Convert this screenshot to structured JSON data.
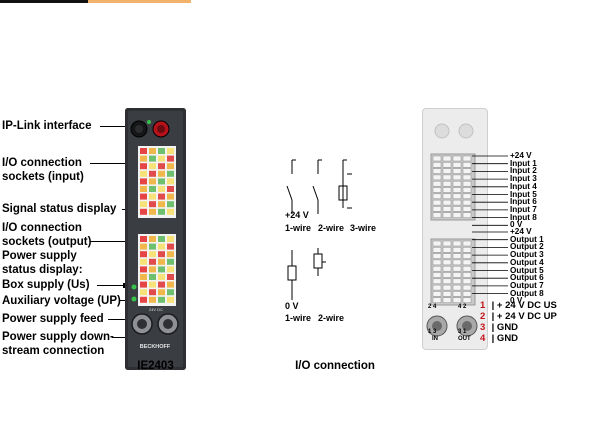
{
  "labels": {
    "ip_link": "IP-Link interface",
    "io_input_1": "I/O connection",
    "io_input_2": "sockets (input)",
    "signal_status": "Signal status display",
    "io_output_1": "I/O connection",
    "io_output_2": "sockets (output)",
    "ps_status_1": "Power supply",
    "ps_status_2": "status display:",
    "box_supply": "Box supply (Us)",
    "aux_voltage": "Auxiliary voltage (UP)",
    "ps_feed": "Power supply feed",
    "ps_down_1": "Power supply down-",
    "ps_down_2": "stream connection"
  },
  "module": {
    "caption": "IE2403",
    "top_text": "24V...",
    "bottom_text": "BECKHOFF"
  },
  "io_connection": {
    "caption": "I/O connection",
    "top_voltage": "+24 V",
    "top_wires": [
      "1-wire",
      "2-wire",
      "3-wire"
    ],
    "bottom_voltage": "0 V",
    "bottom_wires": [
      "1-wire",
      "2-wire"
    ]
  },
  "inputs": [
    "+24 V",
    "Input 1",
    "Input 2",
    "Input 3",
    "Input 4",
    "Input 5",
    "Input 6",
    "Input 7",
    "Input 8",
    "0 V"
  ],
  "outputs": [
    "+24 V",
    "Output 1",
    "Output 2",
    "Output 3",
    "Output 4",
    "Output 5",
    "Output 6",
    "Output 7",
    "Output 8",
    "0 V"
  ],
  "power_connectors": {
    "in_label": "IN",
    "out_label": "OUT",
    "in_pins_top": "2   4",
    "in_pins_bottom": "1   3",
    "out_pins_top": "4   2",
    "out_pins_bottom": "3   1"
  },
  "power_legend": [
    {
      "num": "1",
      "text": "+ 24 V DC US"
    },
    {
      "num": "2",
      "text": "+ 24 V DC UP"
    },
    {
      "num": "3",
      "text": "GND"
    },
    {
      "num": "4",
      "text": "GND"
    }
  ],
  "colors": {
    "accent_red": "#c4161c",
    "module_body": "#2d2f33",
    "led_green": "#37c24a",
    "ip_link_red": "#d8141c"
  }
}
